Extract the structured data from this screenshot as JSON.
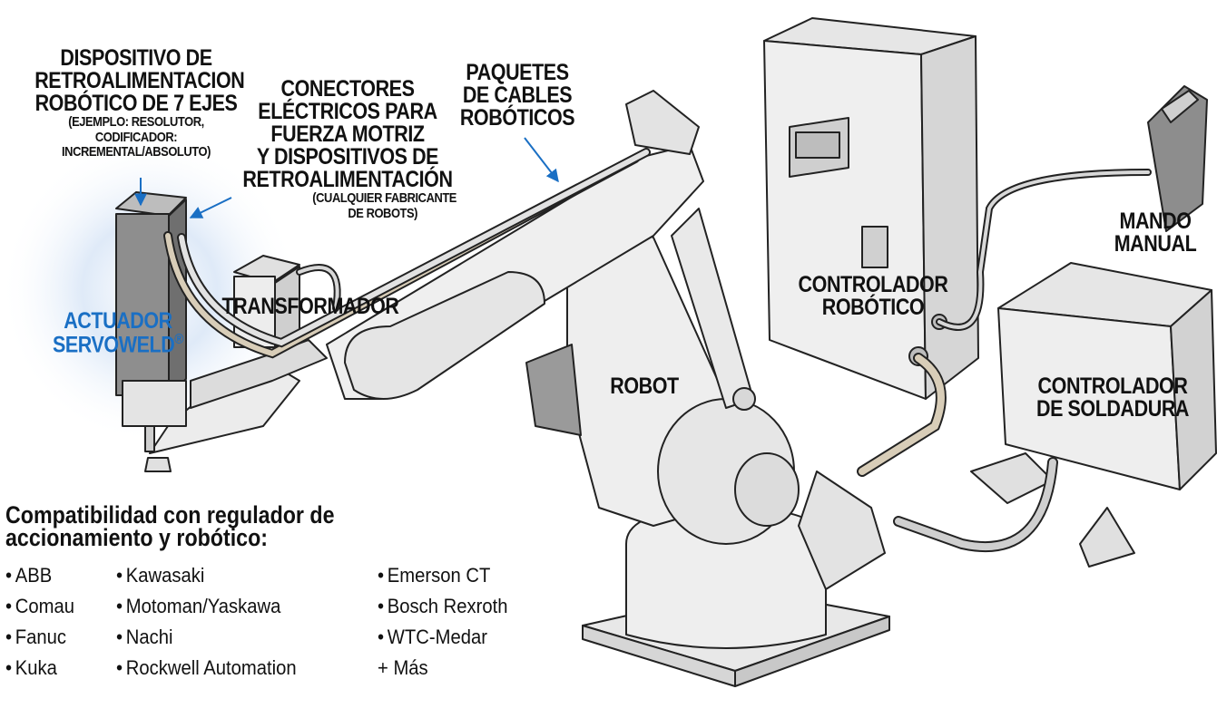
{
  "colors": {
    "accent_blue": "#1a6fc4",
    "glow_blue": "#bcd3ef",
    "metal": "#e9e9e9",
    "outline": "#222222",
    "dark_part": "#8a8a8a"
  },
  "labels": {
    "feedback_device": [
      "DISPOSITIVO DE",
      "RETROALIMENTACION",
      "ROBÓTICO DE 7 EJES"
    ],
    "feedback_device_note": [
      "(EJEMPLO: RESOLUTOR,",
      "CODIFICADOR:",
      "INCREMENTAL/ABSOLUTO)"
    ],
    "connectors": [
      "CONECTORES",
      "ELÉCTRICOS PARA",
      "FUERZA MOTRIZ",
      "Y DISPOSITIVOS DE",
      "RETROALIMENTACIÓN"
    ],
    "connectors_note": [
      "(CUALQUIER FABRICANTE",
      "DE ROBOTS)"
    ],
    "cable_packages": [
      "PAQUETES",
      "DE CABLES",
      "ROBÓTICOS"
    ],
    "teach_pendant": [
      "MANDO",
      "MANUAL"
    ],
    "transformer": "TRANSFORMADOR",
    "actuator": [
      "ACTUADOR",
      "SERVOWELD"
    ],
    "actuator_mark": "®",
    "robot_controller": [
      "CONTROLADOR",
      "ROBÓTICO"
    ],
    "robot": "ROBOT",
    "weld_controller": [
      "CONTROLADOR",
      "DE SOLDADURA"
    ]
  },
  "compatibility": {
    "title": [
      "Compatibilidad con regulador de",
      "accionamiento y robótico:"
    ],
    "col1": [
      "ABB",
      "Comau",
      "Fanuc",
      "Kuka"
    ],
    "col2": [
      "Kawasaki",
      "Motoman/Yaskawa",
      "Nachi",
      "Rockwell Automation"
    ],
    "col3": [
      "Emerson CT",
      "Bosch Rexroth",
      "WTC-Medar"
    ],
    "more": "+ Más"
  }
}
